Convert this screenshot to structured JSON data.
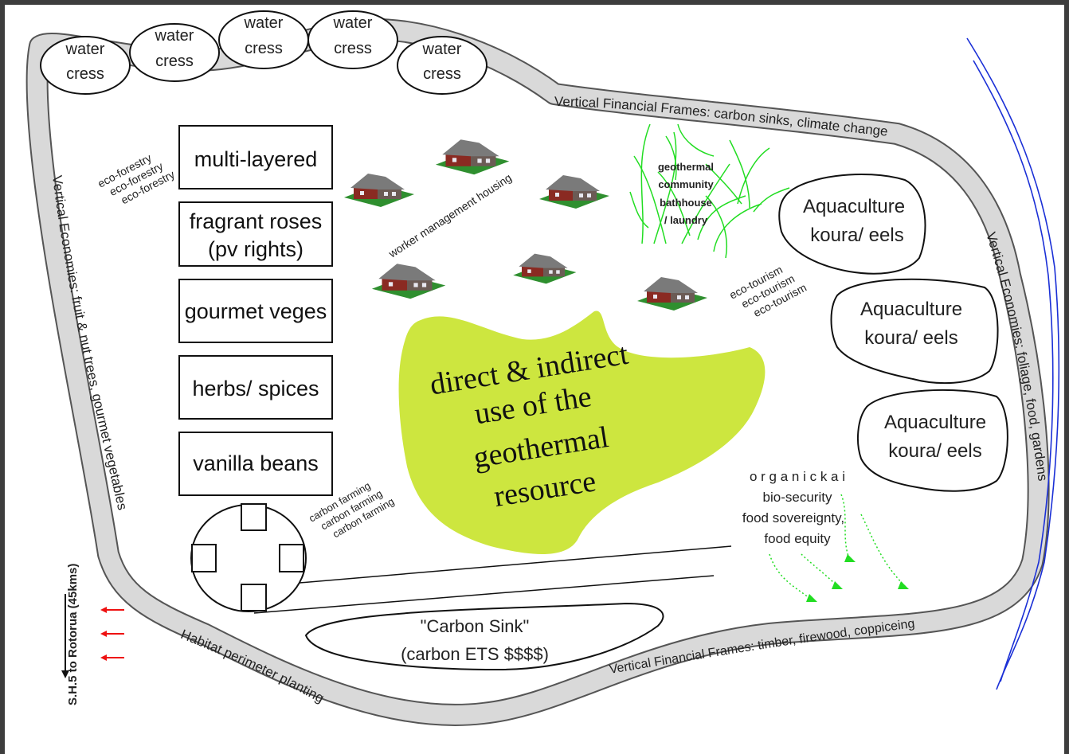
{
  "colors": {
    "road_fill": "#d9d9d9",
    "road_stroke": "#555555",
    "resource_fill": "#cde63f",
    "grass": "#22dd22",
    "river": "#1a2fd6",
    "arrow_red": "#ee1111",
    "dotted_green": "#22dd22"
  },
  "watercress": [
    {
      "line1": "water",
      "line2": "cress"
    },
    {
      "line1": "water",
      "line2": "cress"
    },
    {
      "line1": "water",
      "line2": "cress"
    },
    {
      "line1": "water",
      "line2": "cress"
    },
    {
      "line1": "water",
      "line2": "cress"
    }
  ],
  "road_labels": {
    "top": "Vertical Financial Frames: carbon sinks, climate change",
    "left": "Vertical Economies: fruit & nut trees, gourmet vegetables",
    "right": "Vertical Economies: foliage, food, gardens",
    "bottom_left": "Habitat perimeter planting",
    "bottom_right": "Vertical Financial Frames: timber, firewood, coppiceing"
  },
  "eco_forestry": [
    "eco-forestry",
    "eco-forestry",
    "eco-forestry"
  ],
  "boxes": [
    {
      "line1": "multi-layered",
      "line2": ""
    },
    {
      "line1": "fragrant roses",
      "line2": "(pv rights)"
    },
    {
      "line1": "gourmet veges",
      "line2": ""
    },
    {
      "line1": "herbs/ spices",
      "line2": ""
    },
    {
      "line1": "vanilla beans",
      "line2": ""
    }
  ],
  "housing_label": "worker management housing",
  "bathhouse": [
    "geothermal",
    "community",
    "bathhouse",
    "/ laundry"
  ],
  "aquaculture": [
    {
      "line1": "Aquaculture",
      "line2": "koura/ eels"
    },
    {
      "line1": "Aquaculture",
      "line2": "koura/ eels"
    },
    {
      "line1": "Aquaculture",
      "line2": "koura/ eels"
    }
  ],
  "eco_tourism": [
    "eco-tourism",
    "eco-tourism",
    "eco-tourism"
  ],
  "resource": [
    "direct & indirect",
    "use of the",
    "geothermal",
    "resource"
  ],
  "carbon_farming": [
    "carbon farming",
    "carbon farming",
    "carbon farming"
  ],
  "organic": [
    "o r g a n i c  k a i",
    "bio-security",
    "food sovereignty,",
    "food equity"
  ],
  "carbon_sink": {
    "line1": "\"Carbon Sink\"",
    "line2": "(carbon ETS $$$$)"
  },
  "highway_label": "S.H.5 to Rotorua (45kms)"
}
